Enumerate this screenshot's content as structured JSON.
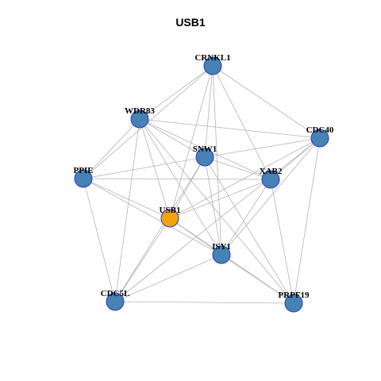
{
  "title": "USB1",
  "colors": {
    "node": "#4682b4",
    "focus_node": "#f5a30a",
    "edge": "#b3b3b3",
    "node_border": "#2b3bbf"
  },
  "nodes": [
    {
      "id": "CRNKL1",
      "label": "CRNKL1",
      "focus": false
    },
    {
      "id": "WDR83",
      "label": "WDR83",
      "focus": false
    },
    {
      "id": "CDC40",
      "label": "CDC40",
      "focus": false
    },
    {
      "id": "SNW1",
      "label": "SNW1",
      "focus": false
    },
    {
      "id": "PPIE",
      "label": "PPIE",
      "focus": false
    },
    {
      "id": "XAB2",
      "label": "XAB2",
      "focus": false
    },
    {
      "id": "USB1",
      "label": "USB1",
      "focus": true
    },
    {
      "id": "ISY1",
      "label": "ISY1",
      "focus": false
    },
    {
      "id": "CDC5L",
      "label": "CDC5L",
      "focus": false
    },
    {
      "id": "PRPF19",
      "label": "PRPF19",
      "focus": false
    }
  ],
  "edges": [
    [
      "CRNKL1",
      "WDR83"
    ],
    [
      "CRNKL1",
      "CDC40"
    ],
    [
      "CRNKL1",
      "SNW1"
    ],
    [
      "CRNKL1",
      "PPIE"
    ],
    [
      "CRNKL1",
      "XAB2"
    ],
    [
      "CRNKL1",
      "USB1"
    ],
    [
      "CRNKL1",
      "ISY1"
    ],
    [
      "WDR83",
      "CDC40"
    ],
    [
      "WDR83",
      "SNW1"
    ],
    [
      "WDR83",
      "PPIE"
    ],
    [
      "WDR83",
      "XAB2"
    ],
    [
      "WDR83",
      "USB1"
    ],
    [
      "WDR83",
      "ISY1"
    ],
    [
      "WDR83",
      "CDC5L"
    ],
    [
      "WDR83",
      "PRPF19"
    ],
    [
      "CDC40",
      "SNW1"
    ],
    [
      "CDC40",
      "XAB2"
    ],
    [
      "CDC40",
      "USB1"
    ],
    [
      "CDC40",
      "ISY1"
    ],
    [
      "CDC40",
      "PRPF19"
    ],
    [
      "CDC40",
      "CDC5L"
    ],
    [
      "SNW1",
      "PPIE"
    ],
    [
      "SNW1",
      "XAB2"
    ],
    [
      "SNW1",
      "USB1"
    ],
    [
      "SNW1",
      "ISY1"
    ],
    [
      "SNW1",
      "PRPF19"
    ],
    [
      "SNW1",
      "CDC5L"
    ],
    [
      "PPIE",
      "XAB2"
    ],
    [
      "PPIE",
      "USB1"
    ],
    [
      "PPIE",
      "ISY1"
    ],
    [
      "PPIE",
      "CDC5L"
    ],
    [
      "XAB2",
      "USB1"
    ],
    [
      "XAB2",
      "ISY1"
    ],
    [
      "XAB2",
      "PRPF19"
    ],
    [
      "USB1",
      "ISY1"
    ],
    [
      "USB1",
      "CDC5L"
    ],
    [
      "USB1",
      "PRPF19"
    ],
    [
      "ISY1",
      "CDC5L"
    ],
    [
      "ISY1",
      "PRPF19"
    ],
    [
      "CDC5L",
      "PRPF19"
    ]
  ]
}
